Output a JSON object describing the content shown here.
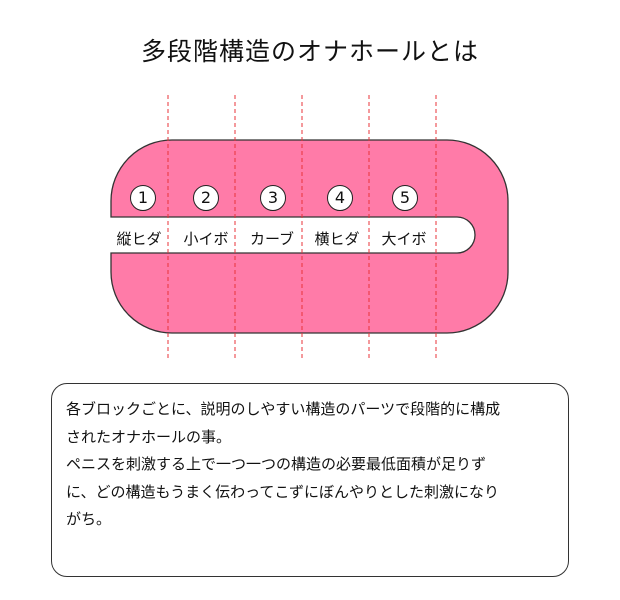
{
  "title": "多段階構造のオナホールとは",
  "sections": [
    {
      "number": "1",
      "label": "縦ヒダ"
    },
    {
      "number": "2",
      "label": "小イボ"
    },
    {
      "number": "3",
      "label": "カーブ"
    },
    {
      "number": "4",
      "label": "横ヒダ"
    },
    {
      "number": "5",
      "label": "大イボ"
    }
  ],
  "description": {
    "lines": [
      "各ブロックごとに、説明のしやすい構造のパーツで段階的に構成",
      "されたオナホールの事。",
      "ペニスを刺激する上で一つ一つの構造の必要最低面積が足りず",
      "に、どの構造もうまく伝わってこずにぼんやりとした刺激になり",
      "がち。"
    ]
  },
  "colors": {
    "body_fill": "#ff7ba8",
    "body_stroke": "#333333",
    "divider": "#e8333a"
  }
}
